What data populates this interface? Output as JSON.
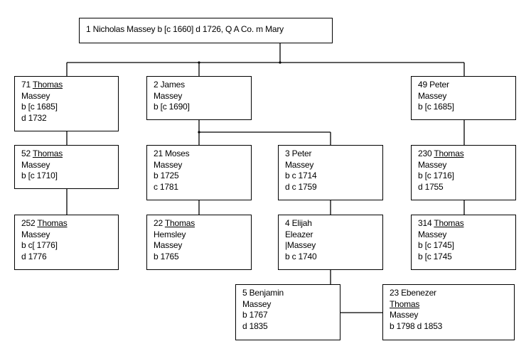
{
  "people": {
    "p1": {
      "lines": [
        "1 Nicholas Massey b [c 1660] d 1726, Q A Co. m Mary"
      ]
    },
    "p71": {
      "id_prefix": "71 ",
      "first": "Thomas",
      "lines": [
        "Massey",
        "b [c 1685]",
        "d 1732"
      ]
    },
    "p2": {
      "lines": [
        "2 James",
        "Massey",
        "b [c 1690]"
      ]
    },
    "p49": {
      "lines": [
        "49 Peter",
        "Massey",
        "b [c 1685]"
      ]
    },
    "p52": {
      "id_prefix": "52 ",
      "first": "Thomas",
      "lines": [
        "Massey",
        "b [c 1710]"
      ]
    },
    "p21": {
      "lines": [
        "21 Moses",
        "Massey",
        "b 1725",
        "c 1781"
      ]
    },
    "p3": {
      "lines": [
        "3 Peter",
        "Massey",
        "b c 1714",
        "d c 1759"
      ]
    },
    "p230": {
      "id_prefix": "230 ",
      "first": "Thomas",
      "lines": [
        "Massey",
        "b [c 1716]",
        "d 1755"
      ]
    },
    "p252": {
      "id_prefix": "252 ",
      "first": "Thomas",
      "lines": [
        "Massey",
        "b c[ 1776]",
        "d 1776"
      ]
    },
    "p22": {
      "id_prefix": "22 ",
      "first": "Thomas",
      "lines": [
        "Hemsley",
        "Massey",
        "b 1765"
      ]
    },
    "p4": {
      "lines": [
        "4 Elijah",
        "Eleazer",
        "|Massey",
        "b c 1740"
      ]
    },
    "p314": {
      "id_prefix": "314 ",
      "first": "Thomas",
      "lines": [
        "Massey",
        "b [c 1745]",
        "b [c 1745"
      ]
    },
    "p5": {
      "lines": [
        "5 Benjamin",
        "Massey",
        "b 1767",
        "d 1835"
      ]
    },
    "p23": {
      "line1": "23 Ebenezer",
      "underlined": "Thomas",
      "lines": [
        "Massey",
        "b 1798 d 1853"
      ]
    }
  }
}
